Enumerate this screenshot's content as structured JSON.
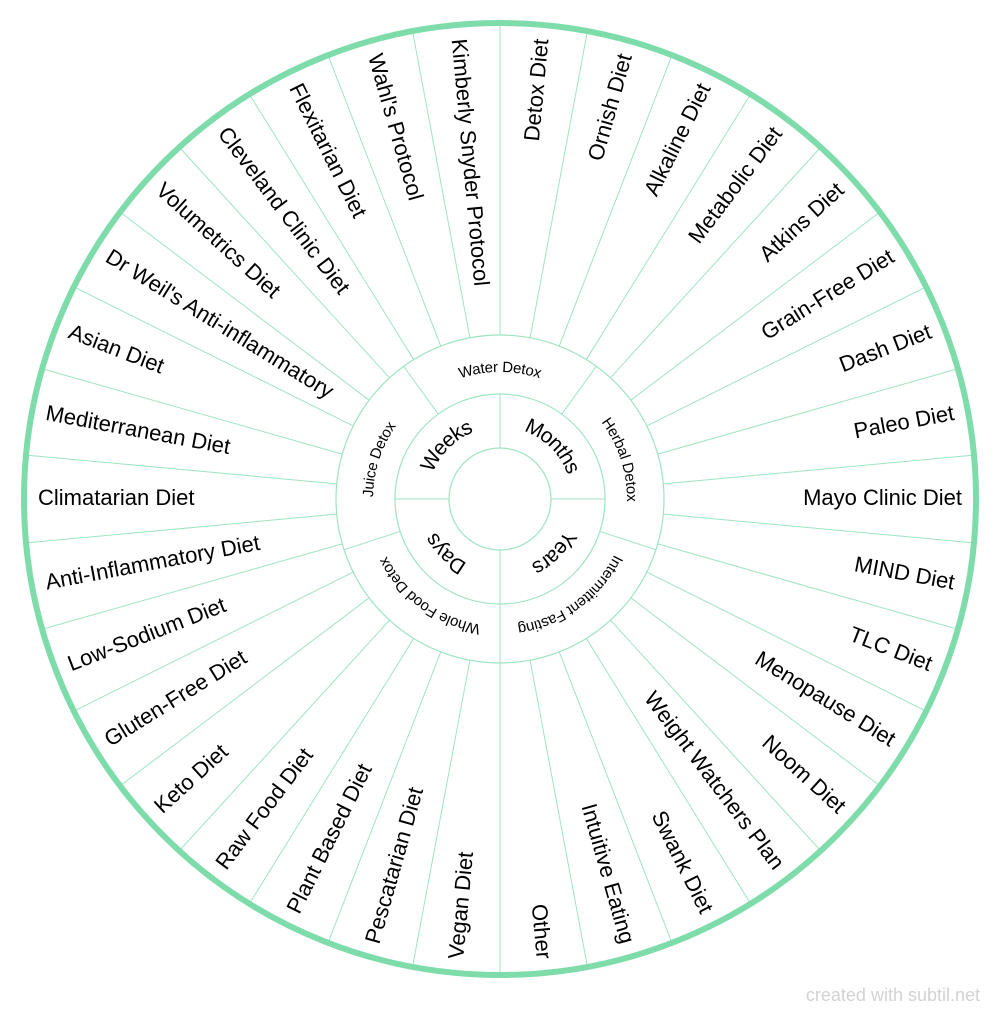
{
  "colors": {
    "rim": "#7ddcaa",
    "lines": "#9fe4c2",
    "text": "#000000"
  },
  "inner_ring": [
    "Months",
    "Years",
    "Days",
    "Weeks"
  ],
  "middle_ring": [
    "Water Detox",
    "Herbal Detox",
    "Intermittent Fasting",
    "Whole Food Detox",
    "Juice Detox"
  ],
  "outer_ring": [
    "Detox Diet",
    "Ornish Diet",
    "Alkaline Diet",
    "Metabolic Diet",
    "Atkins Diet",
    "Grain-Free Diet",
    "Dash Diet",
    "Paleo Diet",
    "Mayo Clinic Diet",
    "MIND Diet",
    "TLC Diet",
    "Menopause Diet",
    "Noom Diet",
    "Weight Watchers Plan",
    "Swank Diet",
    "Intuitive Eating",
    "Other",
    "Vegan Diet",
    "Pescatarian Diet",
    "Plant Based Diet",
    "Raw Food Diet",
    "Keto Diet",
    "Gluten-Free Diet",
    "Low-Sodium Diet",
    "Anti-Inflammatory Diet",
    "Climatarian Diet",
    "Mediterranean Diet",
    "Asian Diet",
    "Dr Weil's Anti-inflammatory",
    "Volumetrics Diet",
    "Cleveland Clinic Diet",
    "Flexitarian Diet",
    "Wahl's Protocol",
    "Kimberly Snyder Protocol"
  ],
  "watermark": "created with subtil.net"
}
